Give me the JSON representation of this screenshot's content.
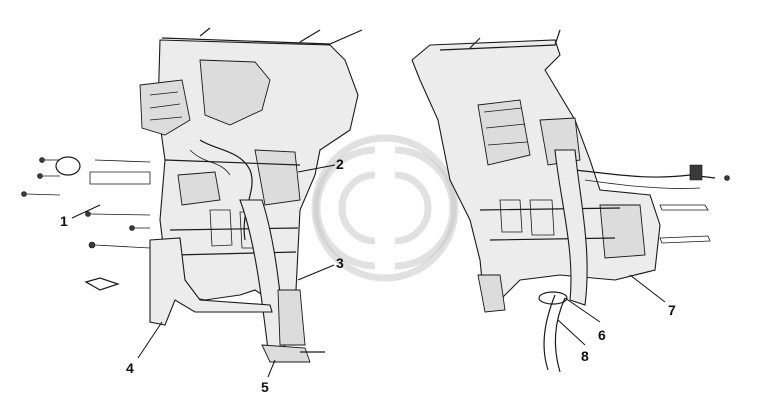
{
  "callouts": [
    {
      "id": "1",
      "label": "1"
    },
    {
      "id": "2",
      "label": "2"
    },
    {
      "id": "3",
      "label": "3"
    },
    {
      "id": "4",
      "label": "4"
    },
    {
      "id": "5",
      "label": "5"
    },
    {
      "id": "6",
      "label": "6"
    },
    {
      "id": "7",
      "label": "7"
    },
    {
      "id": "8",
      "label": "8"
    }
  ],
  "watermark": {
    "icon": "logo-watermark-icon"
  }
}
